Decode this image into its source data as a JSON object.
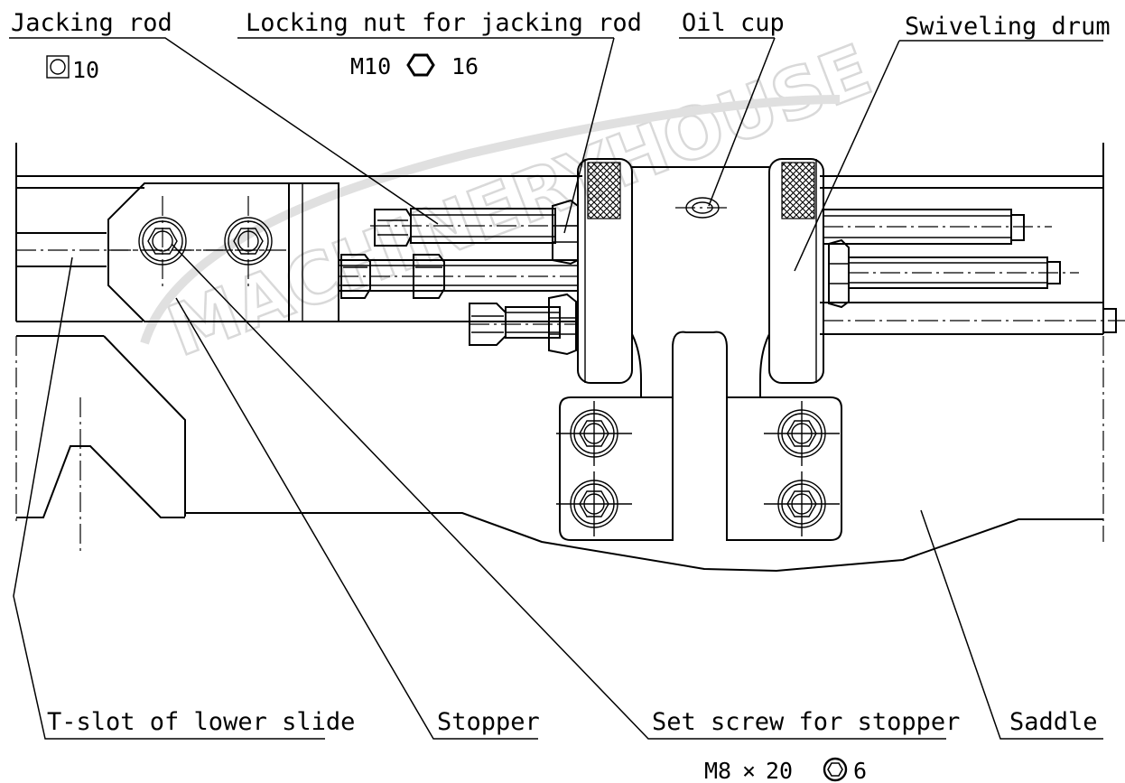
{
  "watermark": "MACHINERYHOUSE",
  "labels": {
    "jacking_rod": "Jacking rod",
    "jacking_rod_spec": "10",
    "locking_nut": "Locking nut for jacking rod",
    "locking_nut_spec_a": "M10",
    "locking_nut_spec_b": "16",
    "oil_cup": "Oil cup",
    "swiveling_drum": "Swiveling drum",
    "t_slot": "T-slot of lower slide",
    "stopper": "Stopper",
    "set_screw": "Set screw for stopper",
    "set_screw_spec_a": "M8",
    "set_screw_spec_times": "×",
    "set_screw_spec_b": "20",
    "set_screw_spec_c": "6",
    "saddle": "Saddle"
  },
  "icons": {
    "square_wrench": "square-socket-icon",
    "hex_wrench": "hexagon-icon",
    "hex_socket": "hex-socket-icon"
  }
}
